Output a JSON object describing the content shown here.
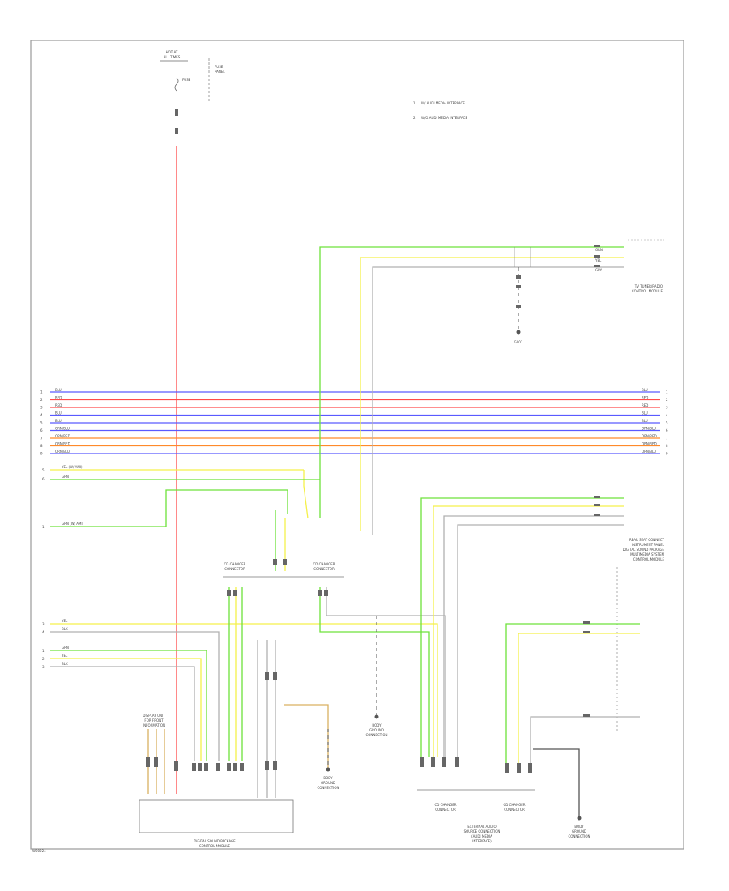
{
  "footer_code": "W00024",
  "colors": {
    "red": "#ff4a4a",
    "green": "#6de23a",
    "yellow": "#f5f04a",
    "gray": "#b0b0b0",
    "blue": "#5a5aff",
    "orange": "#ff8a2a",
    "black": "#333333",
    "tan": "#d9b060"
  },
  "legend": {
    "items": [
      {
        "num": "1",
        "text": "W/ AUDI MEDIA INTERFACE"
      },
      {
        "num": "2",
        "text": "W/O AUDI MEDIA INTERFACE"
      }
    ]
  },
  "components": {
    "fuse_top": {
      "lines": [
        "HOT AT",
        "ALL TIMES"
      ],
      "fuse": "FUSE",
      "sub": [
        "FUSE",
        "PANEL"
      ]
    },
    "tv_tuner": {
      "lines": [
        "TV TUNER/RADIO",
        "CONTROL MODULE"
      ]
    },
    "connectors_top": {
      "labels": [
        "GRN",
        "YEL",
        "GRY"
      ]
    },
    "ground_top": {
      "label": "G001"
    },
    "rear_seat_area": {
      "lines": [
        "REAR SEAT CONNECT",
        "INSTRUMENT PANEL",
        "DIGITAL SOUND PACKAGE",
        "MULTIMEDIA SYSTEM",
        "CONTROL MODULE"
      ]
    },
    "digital_sound": {
      "lines": [
        "DIGITAL SOUND PACKAGE",
        "CONTROL MODULE"
      ]
    },
    "external_audio": {
      "lines": [
        "EXTERNAL AUDIO",
        "SOURCE CONNECTION",
        "(AUDI MEDIA",
        "INTERFACE)"
      ]
    },
    "display_unit": {
      "lines": [
        "DISPLAY UNIT",
        "FOR FRONT",
        "INFORMATION"
      ]
    },
    "ground_1": {
      "lines": [
        "BODY",
        "GROUND",
        "CONNECTION"
      ]
    },
    "ground_2": {
      "lines": [
        "BODY",
        "GROUND",
        "CONNECTION"
      ]
    },
    "ground_3": {
      "lines": [
        "BODY",
        "GROUND",
        "CONNECTION"
      ]
    },
    "splice_1": {
      "lines": [
        "CD CHANGER",
        "CONNECTOR"
      ]
    },
    "splice_2": {
      "lines": [
        "CD CHANGER",
        "CONNECTOR"
      ]
    },
    "splice_3": {
      "lines": [
        "CD CHANGER",
        "CONNECTOR"
      ]
    },
    "splice_4": {
      "lines": [
        "CD CHANGER",
        "CONNECTOR"
      ]
    }
  },
  "bus_wires": [
    {
      "label": "BLU",
      "color": "blue"
    },
    {
      "label": "RED",
      "color": "red"
    },
    {
      "label": "RED",
      "color": "red"
    },
    {
      "label": "BLU",
      "color": "blue"
    },
    {
      "label": "BLU",
      "color": "blue"
    },
    {
      "label": "ORN/BLU",
      "color": "blue"
    },
    {
      "label": "ORN/RED",
      "color": "orange"
    },
    {
      "label": "ORN/RED",
      "color": "orange"
    },
    {
      "label": "ORN/BLU",
      "color": "blue"
    }
  ],
  "left_signals": [
    {
      "label": "YEL (W/ AMI)",
      "color": "yellow"
    },
    {
      "label": "GRN",
      "color": "green"
    },
    {
      "label": "GRN (W/ AMI)",
      "color": "green"
    },
    {
      "label": "YEL",
      "color": "yellow"
    },
    {
      "label": "BLK",
      "color": "gray"
    },
    {
      "label": "GRN",
      "color": "green"
    },
    {
      "label": "YEL",
      "color": "yellow"
    },
    {
      "label": "BLK",
      "color": "gray"
    }
  ]
}
